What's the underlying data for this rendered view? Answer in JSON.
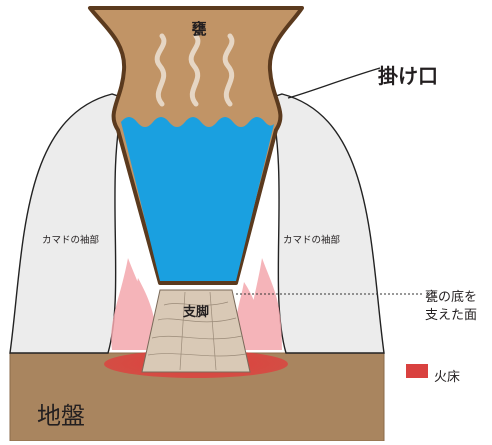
{
  "labels": {
    "jar": "甕",
    "rim": "掛け口",
    "wing_left": "カマドの袖部",
    "wing_right": "カマドの袖部",
    "support": "支脚",
    "jar_bottom_line1": "甕の底を",
    "jar_bottom_line2": "支えた面",
    "ground": "地盤"
  },
  "legend": {
    "label": "火床",
    "swatch_color": "#d9413f"
  },
  "colors": {
    "ground": "#a9855f",
    "wing": "#ececec",
    "jar_body": "#c19466",
    "jar_outline": "#5b3a1e",
    "water": "#1aa0e0",
    "flame": "#f4a7ad",
    "fire_bed": "#d9413f",
    "support_stone": "#d9c9b6"
  }
}
